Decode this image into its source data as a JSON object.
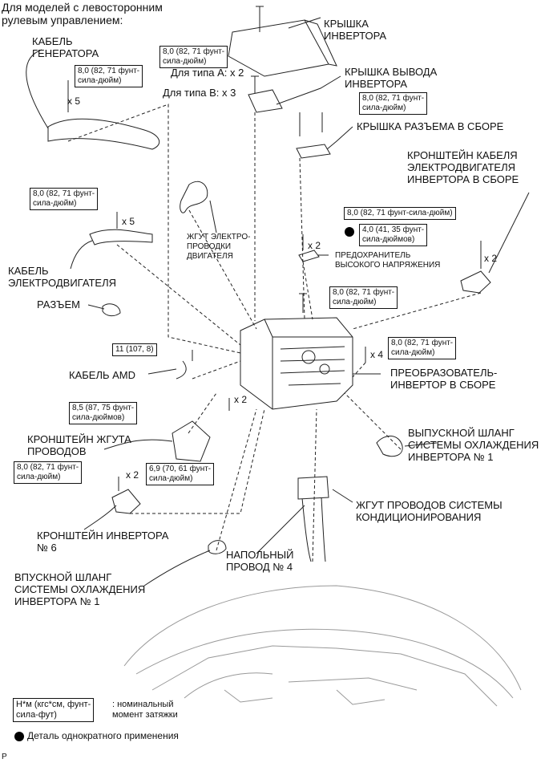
{
  "header": {
    "line1": "Для моделей с левосторонним",
    "line2": "рулевым управлением:"
  },
  "labels": {
    "gen_cable": "КАБЕЛЬ\nГЕНЕРАТОРА",
    "inv_cover": "КРЫШКА\nИНВЕРТОРА",
    "type_a": "Для типа А: x 2",
    "type_b": "Для типа В: x 3",
    "inv_term_cover": "КРЫШКА ВЫВОДА\nИНВЕРТОРА",
    "conn_cover": "КРЫШКА РАЗЪЕМА В СБОРЕ",
    "motor_bracket": "КРОНШТЕЙН КАБЕЛЯ\nЭЛЕКТРОДВИГАТЕЛЯ\nИНВЕРТОРА В СБОРЕ",
    "motor_harness": "ЖГУТ ЭЛЕКТРО-\nПРОВОДКИ\nДВИГАТЕЛЯ",
    "hv_fuse": "ПРЕДОХРАНИТЕЛЬ\nВЫСОКОГО НАПРЯЖЕНИЯ",
    "motor_cable": "КАБЕЛЬ\nЭЛЕКТРОДВИГАТЕЛЯ",
    "connector": "РАЗЪЕМ",
    "amd_cable": "КАБЕЛЬ AMD",
    "converter": "ПРЕОБРАЗОВАТЕЛЬ-\nИНВЕРТОР В СБОРЕ",
    "harness_bracket": "КРОНШТЕЙН ЖГУТА\nПРОВОДОВ",
    "outlet_hose": "ВЫПУСКНОЙ ШЛАНГ\nСИСТЕМЫ ОХЛАЖДЕНИЯ\nИНВЕРТОРА № 1",
    "inv_bracket6": "КРОНШТЕЙН ИНВЕРТОРА\n№ 6",
    "ac_harness": "ЖГУТ ПРОВОДОВ СИСТЕМЫ\nКОНДИЦИОНИРОВАНИЯ",
    "floor_wire": "НАПОЛЬНЫЙ\nПРОВОД № 4",
    "inlet_hose": "ВПУСКНОЙ ШЛАНГ\nСИСТЕМЫ ОХЛАЖДЕНИЯ\nИНВЕРТОРА № 1"
  },
  "qty": {
    "gen": "x 5",
    "motor": "x 5",
    "fuse": "x 2",
    "bracket_right": "x 2",
    "conv": "x 4",
    "harness_bracket": "x 2",
    "bracket6": "x 2"
  },
  "torques": {
    "cover": "8,0 (82, 71 фунт-\nсила-дюйм)",
    "gen": "8,0 (82, 71 фунт-\nсила-дюйм)",
    "conn_cover": "8,0 (82, 71 фунт-\nсила-дюйм)",
    "motor": "8,0 (82, 71 фунт-\nсила-дюйм)",
    "bracket_right": "8,0 (82, 71 фунт-сила-дюйм)",
    "fuse": "4,0 (41, 35 фунт-\nсила-дюймов)",
    "center": "8,0 (82, 71 фунт-\nсила-дюйм)",
    "amd": "11 (107, 8)",
    "conv": "8,0 (82, 71 фунт-\nсила-дюйм)",
    "harness_bracket": "8,5 (87, 75 фунт-\nсила-дюймов)",
    "bracket6": "8,0 (82, 71 фунт-\nсила-дюйм)",
    "lower": "6,9 (70, 61 фунт-\nсила-дюйм)"
  },
  "legend": {
    "unit": "Н*м (кгс*см, фунт-\nсила-фут)",
    "unit_desc": ": номинальный\nмомент затяжки",
    "once": "Деталь однократного применения"
  },
  "footer": "P"
}
